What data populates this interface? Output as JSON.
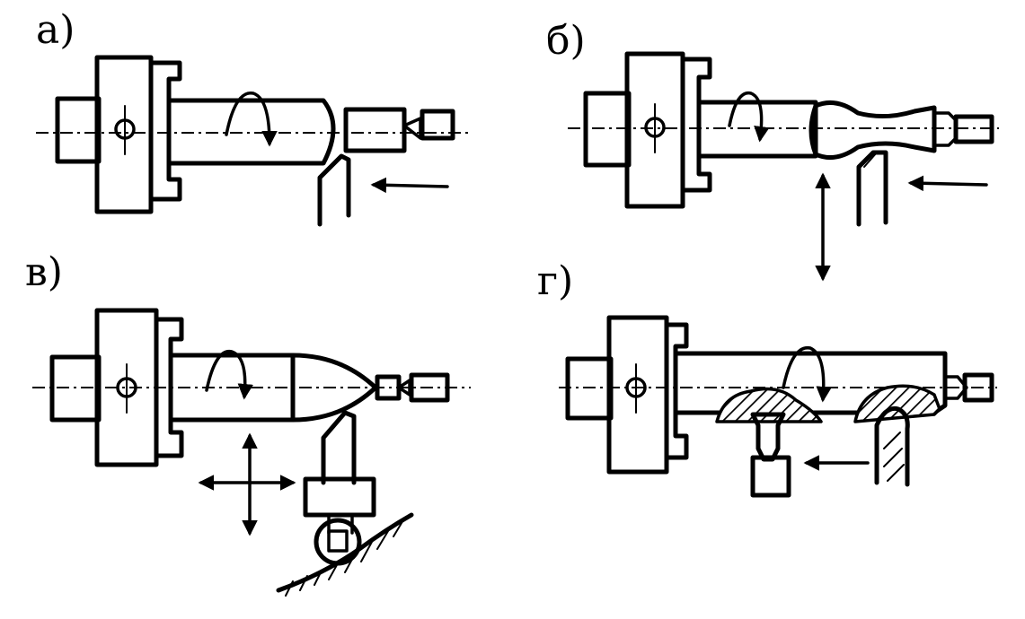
{
  "panels": [
    {
      "id": "a",
      "label": "а)"
    },
    {
      "id": "b",
      "label": "б)"
    },
    {
      "id": "v",
      "label": "в)"
    },
    {
      "id": "g",
      "label": "г)"
    }
  ]
}
